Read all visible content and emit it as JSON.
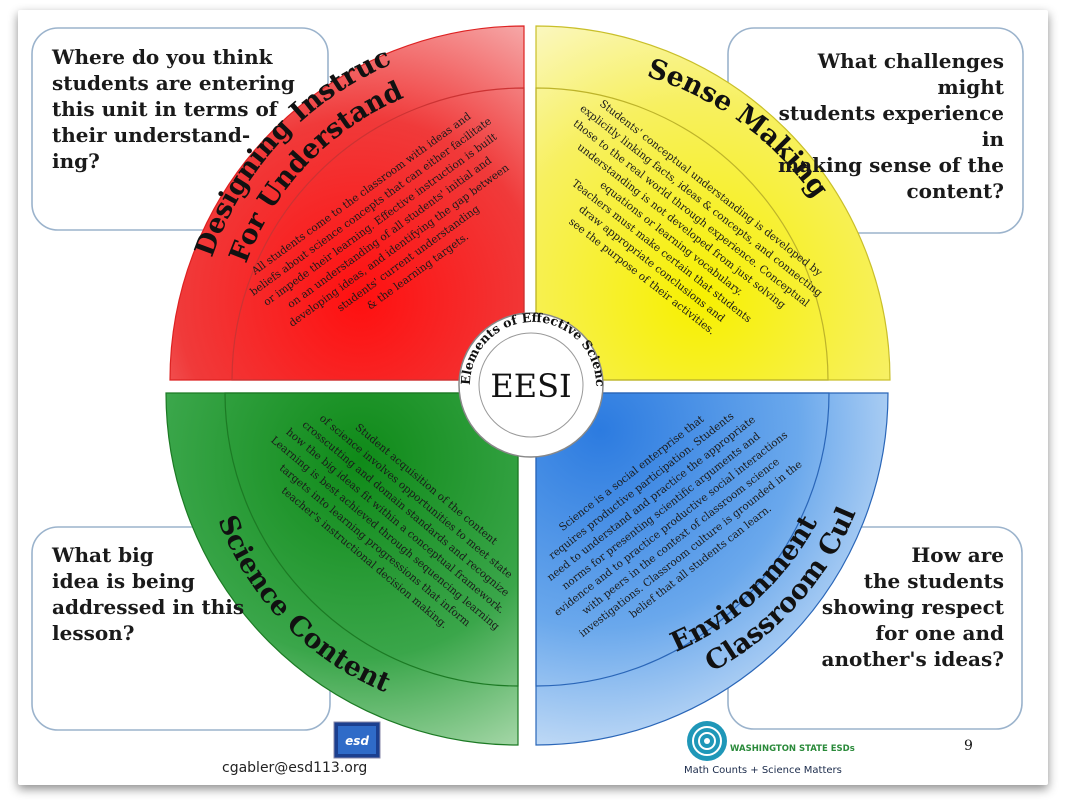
{
  "center": {
    "label": "EESI",
    "ring_text": "Elements of Effective Science Instruction"
  },
  "quadrants": {
    "designing": {
      "title_line1": "Designing Instruction",
      "title_line2": "For Understanding",
      "body": [
        "All students come to the classroom with ideas and",
        "beliefs about science concepts that can either facilitate",
        "or impede their learning. Effective instruction is built",
        "on an understanding of all students' initial and",
        "developing ideas, and identifying the gap between",
        "students' current understanding",
        "& the learning targets."
      ],
      "color": "#e8232a"
    },
    "sense": {
      "title": "Sense Making",
      "body": [
        "Students' conceptual understanding is developed by",
        "explicitly linking facts, ideas & concepts, and connecting",
        "those to the real world through experience. Conceptual",
        "understanding is not developed from just solving",
        "equations or learning vocabulary.",
        "Teachers must make certain that students",
        "draw appropriate conclusions and",
        "see the purpose of their activities."
      ],
      "color": "#f2e83a"
    },
    "content": {
      "title": "Science Content",
      "body": [
        "Student acquisition of the content",
        "of science involves opportunities to meet state",
        "crosscutting and domain standards and recognize",
        "how the big ideas fit within a conceptual framework.",
        "Learning is best achieved through sequencing learning",
        "targets into learning progressions that inform",
        "teacher's instructional decision making."
      ],
      "color": "#2e9e3a"
    },
    "culture": {
      "title_line1": "Classroom Culture &",
      "title_line2": "Environment",
      "body": [
        "Science is a social enterprise that",
        "requires productive participation. Students",
        "need to understand and practice the appropriate",
        "norms for presenting scientific arguments and",
        "evidence and to practice productive social interactions",
        "with peers in the context of classroom science",
        "investigations. Classroom culture is grounded in the",
        "belief that all students can learn."
      ],
      "color": "#3d86d8"
    }
  },
  "questions": {
    "top_left": [
      "Where do you think",
      "students are entering",
      "this unit in terms of",
      "their understand-",
      "ing?"
    ],
    "top_right": [
      "What challenges might",
      "students experience in",
      "making sense of the",
      "content?"
    ],
    "bottom_left": [
      "What big",
      "idea is being",
      "addressed in this",
      "lesson?"
    ],
    "bottom_right": [
      "How are",
      "the students",
      "showing respect",
      "for one and",
      "another's ideas?"
    ]
  },
  "footer": {
    "email": "cgabler@esd113.org",
    "esd_logo": "esd",
    "org_name": "WASHINGTON STATE ESDs",
    "tagline": "Math Counts + Science Matters",
    "page_number": "9"
  }
}
